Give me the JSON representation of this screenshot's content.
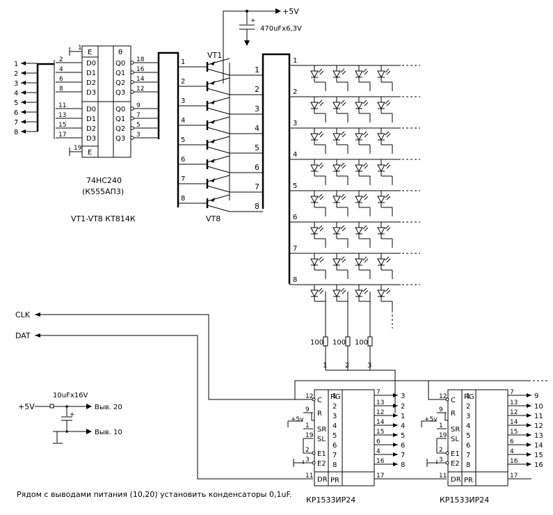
{
  "power": {
    "vcc_label": "+5V",
    "cap_label": "470uFx6,3V"
  },
  "buffer_chip": {
    "enable_label": "E",
    "theta": "θ",
    "pin_e1": "1",
    "pin_e2": "19",
    "inputs": [
      "D0",
      "D1",
      "D2",
      "D3",
      "D0",
      "D1",
      "D2",
      "D3"
    ],
    "outputs": [
      "Q0",
      "Q1",
      "Q2",
      "Q3",
      "Q0",
      "Q1",
      "Q2",
      "Q3"
    ],
    "in_pins": [
      "2",
      "4",
      "6",
      "8",
      "11",
      "13",
      "15",
      "17"
    ],
    "out_pins": [
      "18",
      "16",
      "14",
      "12",
      "9",
      "7",
      "5",
      "3"
    ],
    "name": "74HC240",
    "alt_name": "(К555АП3)"
  },
  "input_lines": [
    "1",
    "2",
    "3",
    "4",
    "5",
    "6",
    "7",
    "8"
  ],
  "out_line_labels": [
    "1",
    "2",
    "3",
    "4",
    "5",
    "6",
    "7",
    "8"
  ],
  "transistors": {
    "base_labels": [
      "1",
      "2",
      "3",
      "4",
      "5",
      "6",
      "7",
      "8"
    ],
    "coll_labels": [
      "1",
      "2",
      "3",
      "4",
      "5",
      "6",
      "7",
      "8"
    ],
    "top_label": "VT1",
    "bottom_label": "VT8",
    "note": "VT1-VT8  КТ814К"
  },
  "matrix": {
    "row_labels": [
      "1",
      "2",
      "3",
      "4",
      "5",
      "6",
      "7",
      "8"
    ]
  },
  "resistors": {
    "values": [
      "100",
      "100",
      "100"
    ],
    "col_labels": [
      "1",
      "2",
      "3"
    ]
  },
  "signals": {
    "clk": "CLK",
    "dat": "DAT"
  },
  "aux_power": {
    "vcc": "+5V",
    "cap": "10uFx16V",
    "pin20": "Выв. 20",
    "pin10": "Выв. 10"
  },
  "shift_regs": {
    "left_pins": [
      "12",
      "9",
      "1",
      "19",
      "2",
      "3",
      "11"
    ],
    "left_labels": [
      "C",
      "R",
      "SR",
      "SL",
      "E1",
      "E2",
      "DR"
    ],
    "rg_label": "RG",
    "pr_label": "PR",
    "out_nums": [
      "1",
      "2",
      "3",
      "4",
      "5",
      "6",
      "7",
      "8"
    ],
    "right_pins": [
      "7",
      "13",
      "12",
      "14",
      "15",
      "6",
      "4",
      "16",
      "17"
    ],
    "vcc_label": "+5v",
    "reg1_name": "КР1533ИР24",
    "reg2_name": "КР1533ИР24",
    "reg1_out_labels": [
      "3",
      "2",
      "1",
      "4",
      "5",
      "6",
      "7",
      "8"
    ],
    "reg2_out_labels": [
      "9",
      "10",
      "11",
      "12",
      "13",
      "14",
      "15",
      "16"
    ],
    "reg1_pr_pin": "17",
    "reg2_pr_pin": "17"
  },
  "footnote": "Рядом с выводами питания (10,20) установить конденсаторы 0,1uF."
}
